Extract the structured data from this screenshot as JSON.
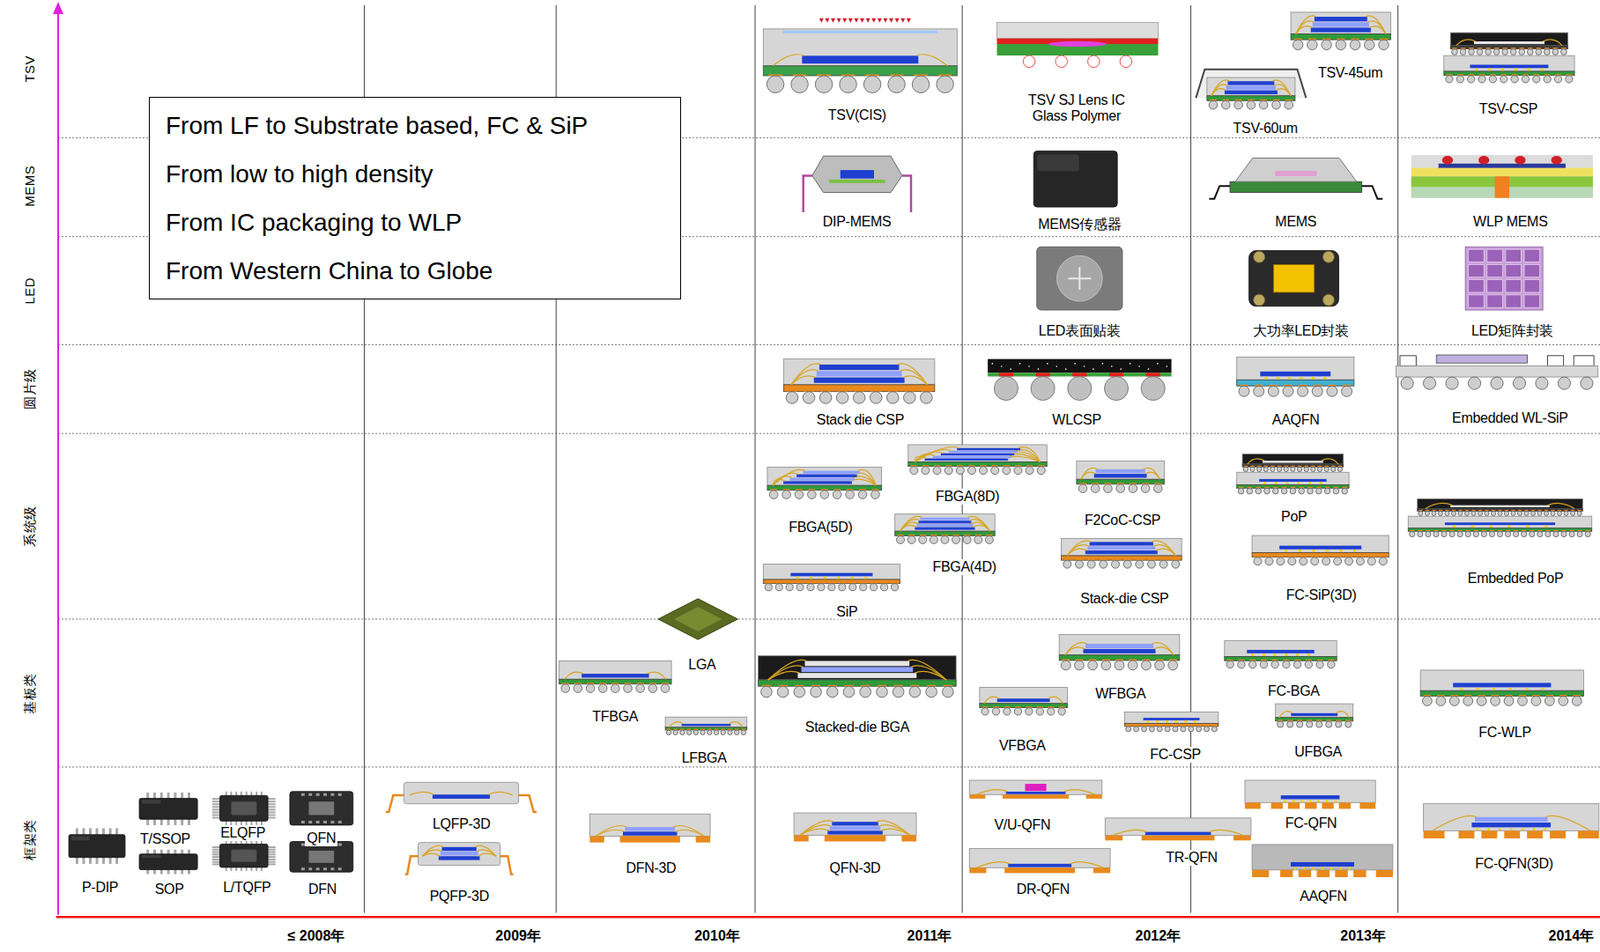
{
  "diagram": {
    "nodes": [
      {
        "text": [
          "From LF to Substrate based, FC & SiP",
          "From low to high density",
          "From IC packaging to WLP",
          "From Western China to Globe"
        ]
      }
    ],
    "labels": [
      "TSV",
      "MEMS",
      "LED",
      "圆片级",
      "系统级",
      "基板类",
      "框架类",
      "TSV(CIS)",
      "TSV SJ Lens IC Glass Polymer",
      "TSV-45um",
      "TSV-60um",
      "TSV-CSP",
      "DIP-MEMS",
      "MEMS传感器",
      "MEMS",
      "WLP MEMS",
      "LED表面贴装",
      "大功率LED封装",
      "LED矩阵封装",
      "Stack die CSP",
      "WLCSP",
      "AAQFN",
      "Embedded WL-SiP",
      "FBGA(5D)",
      "FBGA(8D)",
      "FBGA(4D)",
      "SiP",
      "F2CoC-CSP",
      "Stack-die CSP",
      "PoP",
      "FC-SiP(3D)",
      "Embedded PoP",
      "LGA",
      "TFBGA",
      "LFBGA",
      "Stacked-die BGA",
      "VFBGA",
      "WFBGA",
      "FC-CSP",
      "FC-BGA",
      "UFBGA",
      "FC-WLP",
      "P-DIP",
      "T/SSOP",
      "SOP",
      "ELQFP",
      "L/TQFP",
      "QFN",
      "DFN",
      "LQFP-3D",
      "PQFP-3D",
      "DFN-3D",
      "QFN-3D",
      "V/U-QFN",
      "DR-QFN",
      "TR-QFN",
      "FC-QFN",
      "AAQFN",
      "FC-QFN(3D)",
      "≤ 2008年",
      "2009年",
      "2010年",
      "2011年",
      "2012年",
      "2013年",
      "2014年"
    ]
  }
}
